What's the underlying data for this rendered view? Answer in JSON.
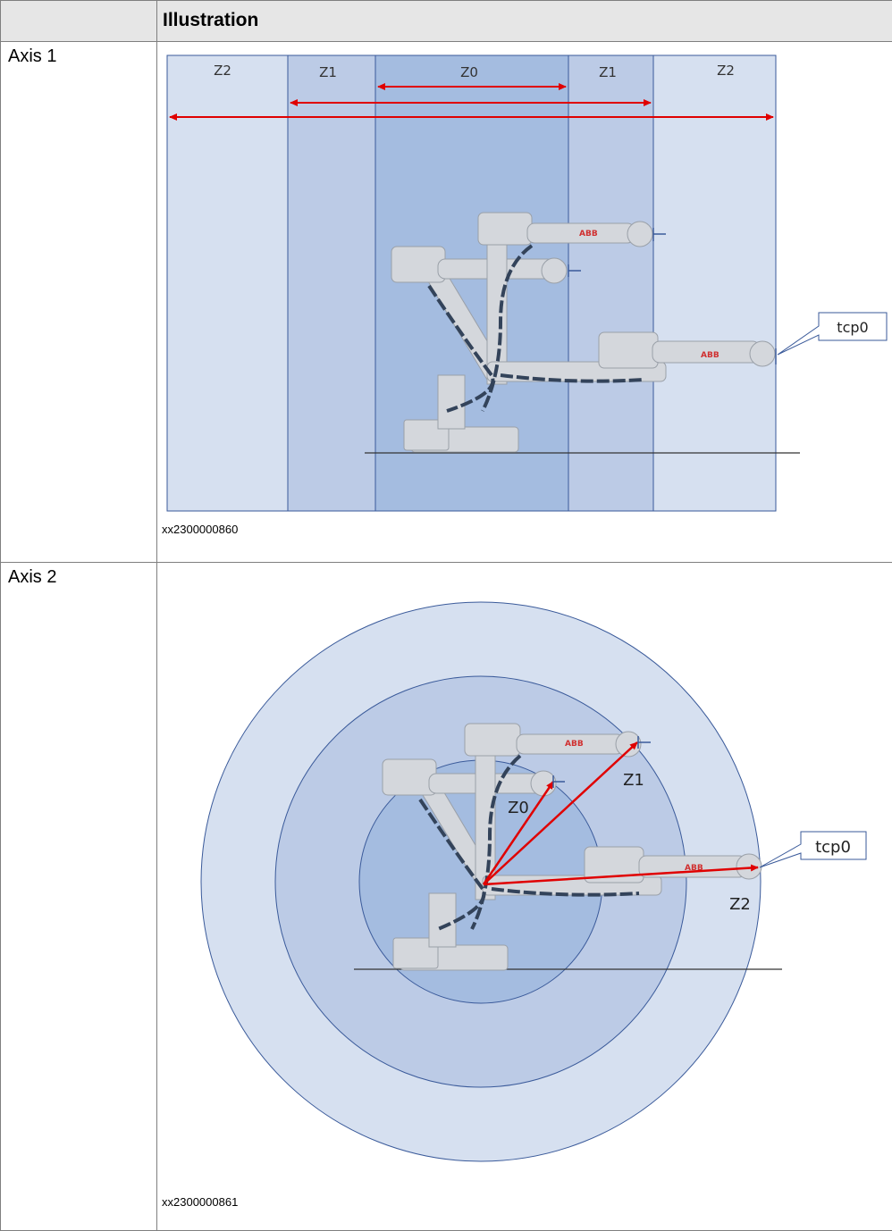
{
  "table": {
    "header": {
      "label_col": "",
      "illustration_col": "Illustration"
    },
    "rows": [
      {
        "label": "Axis 1",
        "zones": [
          "Z2",
          "Z1",
          "Z0",
          "Z1",
          "Z2"
        ],
        "tcp_label": "tcp0",
        "robot_brand": "ABB",
        "figure_id": "xx2300000860"
      },
      {
        "label": "Axis 2",
        "zones": [
          "Z0",
          "Z1",
          "Z2"
        ],
        "tcp_label": "tcp0",
        "robot_brand": "ABB",
        "figure_id": "xx2300000861"
      }
    ]
  },
  "colors": {
    "zone_light": "#d6e0f0",
    "zone_mid": "#bccbe6",
    "zone_dark": "#a4bce0",
    "zone_border": "#3a5a9a",
    "arrow": "#e00000"
  }
}
